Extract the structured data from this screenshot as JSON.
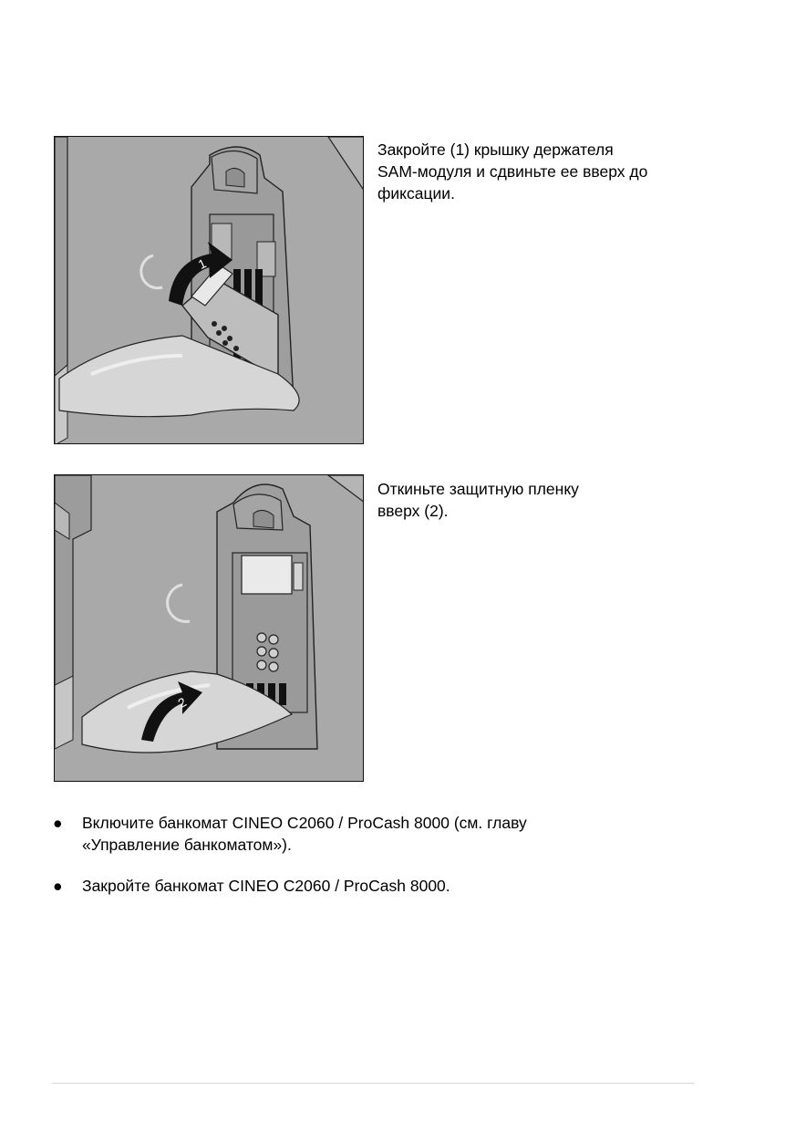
{
  "figures": [
    {
      "step_label": "1",
      "caption_lines": [
        "Закройте (1) крышку держателя",
        "SAM-модуля и сдвиньте ее вверх до",
        "фиксации."
      ]
    },
    {
      "step_label": "2",
      "caption_lines": [
        "Откиньте защитную пленку",
        "вверх (2)."
      ]
    }
  ],
  "bullets": [
    {
      "lines": [
        "Включите банкомат CINEO C2060 / ProCash 8000 (см. главу",
        "«Управление банкоматом»)."
      ]
    },
    {
      "lines": [
        "Закройте банкомат CINEO C2060 / ProCash 8000."
      ]
    }
  ],
  "bullet_symbol": "●",
  "colors": {
    "illustration_gray": "#a9a9a9",
    "outline": "#111111",
    "film": "#d6d6d6",
    "footer_rule": "#d8d8d8"
  }
}
